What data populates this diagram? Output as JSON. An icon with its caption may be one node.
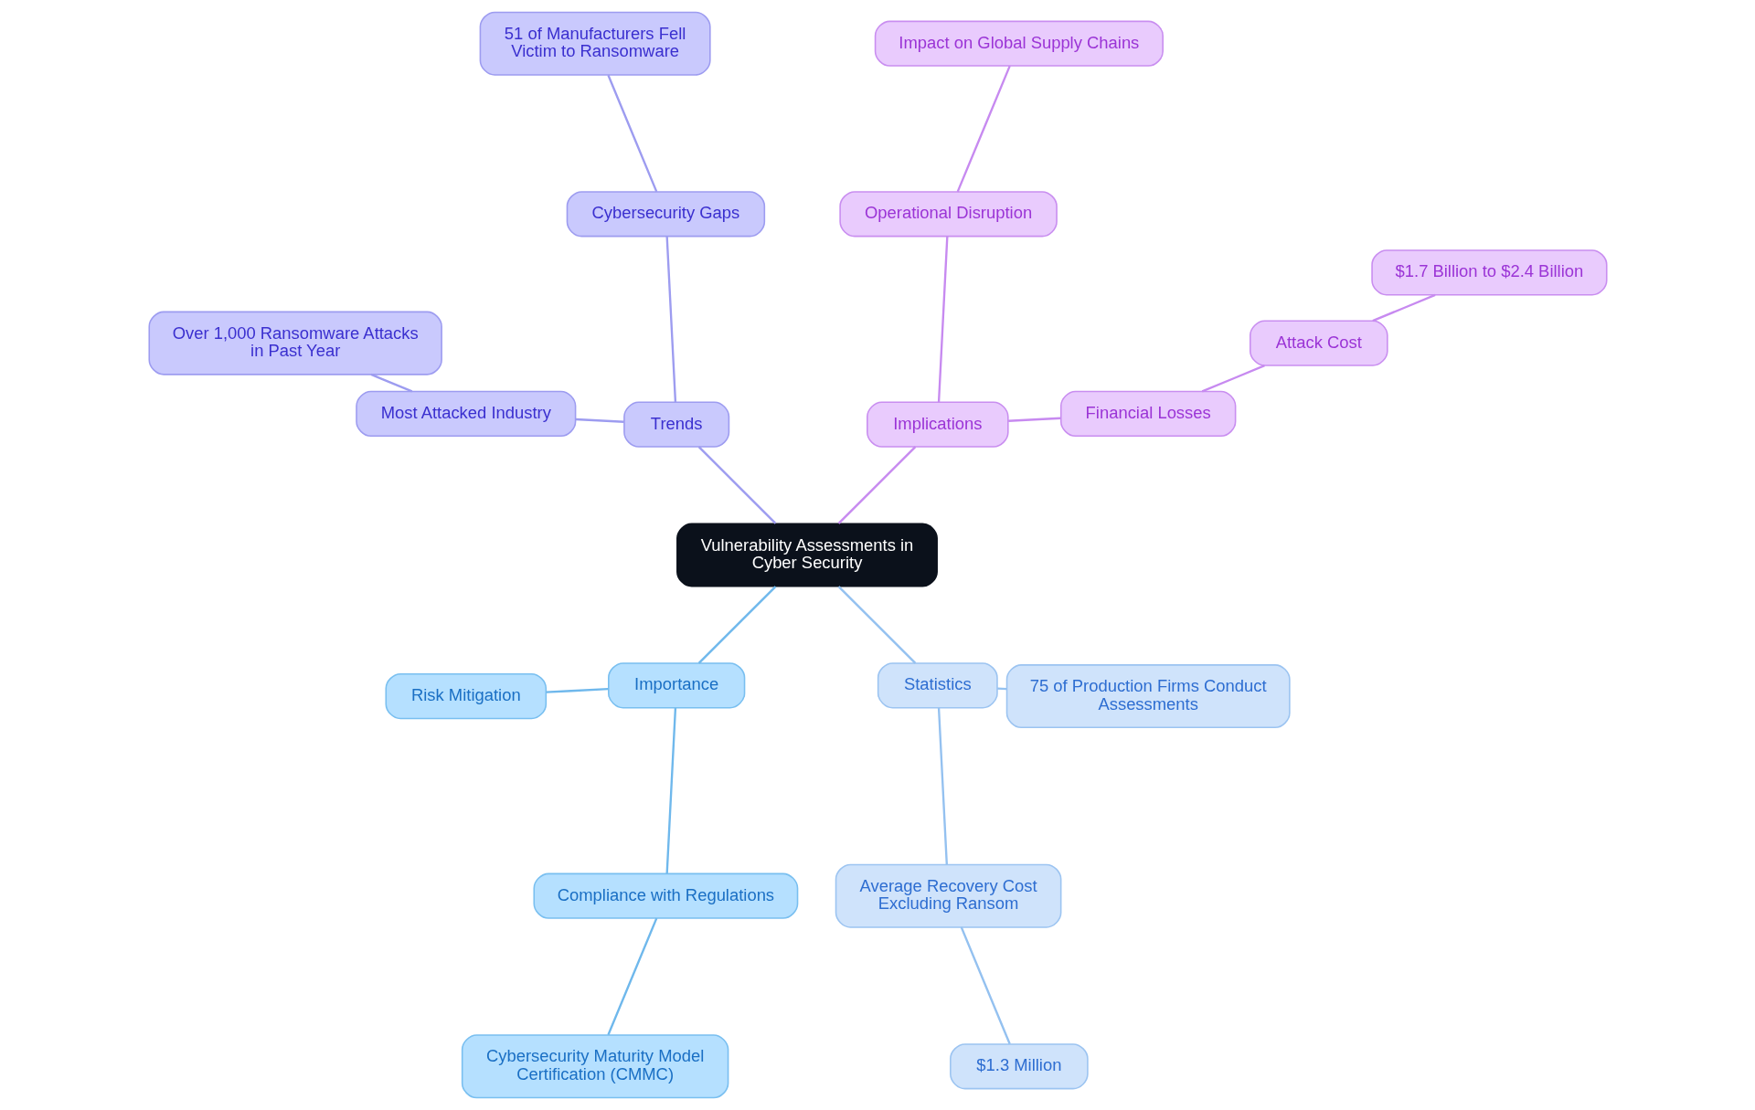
{
  "diagram": {
    "nodes": [
      {
        "text": [
          "Vulnerability Assessments in Cyber Security"
        ]
      },
      {
        "text": [
          "Implications"
        ]
      },
      {
        "text": [
          "Financial Losses"
        ]
      },
      {
        "text": [
          "Attack Cost"
        ]
      },
      {
        "text": [
          "$1.7 Billion to $2.4 Billion"
        ]
      },
      {
        "text": [
          "Operational Disruption"
        ]
      },
      {
        "text": [
          "Impact on Global Supply Chains"
        ]
      },
      {
        "text": [
          "Trends"
        ]
      },
      {
        "text": [
          "Cybersecurity Gaps"
        ]
      },
      {
        "text": [
          "51 of Manufacturers Fell Victim to Ransomware"
        ]
      },
      {
        "text": [
          "Most Attacked Industry"
        ]
      },
      {
        "text": [
          "Over 1,000 Ransomware Attacks in Past Year"
        ]
      },
      {
        "text": [
          "Importance"
        ]
      },
      {
        "text": [
          "Risk Mitigation"
        ]
      },
      {
        "text": [
          "Compliance with Regulations"
        ]
      },
      {
        "text": [
          "Cybersecurity Maturity Model Certification (CMMC)"
        ]
      },
      {
        "text": [
          "Statistics"
        ]
      },
      {
        "text": [
          "Average Recovery Cost Excluding Ransom"
        ]
      },
      {
        "text": [
          "$1.3 Million"
        ]
      },
      {
        "text": [
          "75 of Production Firms Conduct Assessments"
        ]
      }
    ],
    "edges": [
      {
        "from": 0,
        "to": 1,
        "arrow": "none"
      },
      {
        "from": 1,
        "to": 2,
        "arrow": "none"
      },
      {
        "from": 2,
        "to": 3,
        "arrow": "none"
      },
      {
        "from": 3,
        "to": 4,
        "arrow": "none"
      },
      {
        "from": 1,
        "to": 5,
        "arrow": "none"
      },
      {
        "from": 5,
        "to": 6,
        "arrow": "none"
      },
      {
        "from": 0,
        "to": 7,
        "arrow": "none",
        "color": "#9d9cf0"
      },
      {
        "from": 7,
        "to": 8,
        "arrow": "none",
        "color": "#9d9cf0"
      },
      {
        "from": 8,
        "to": 9,
        "arrow": "none",
        "color": "#9d9cf0"
      },
      {
        "from": 7,
        "to": 10,
        "arrow": "none",
        "color": "#9d9cf0"
      },
      {
        "from": 10,
        "to": 11,
        "arrow": "none",
        "color": "#9d9cf0"
      },
      {
        "from": 0,
        "to": 12,
        "arrow": "none",
        "color": "#6fb8ec"
      },
      {
        "from": 12,
        "to": 13,
        "arrow": "none",
        "color": "#6fb8ec"
      },
      {
        "from": 12,
        "to": 14,
        "arrow": "none",
        "color": "#6fb8ec"
      },
      {
        "from": 14,
        "to": 15,
        "arrow": "none",
        "color": "#6fb8ec"
      },
      {
        "from": 0,
        "to": 16,
        "arrow": "none",
        "color": "#94c1f0"
      },
      {
        "from": 16,
        "to": 17,
        "arrow": "none",
        "color": "#94c1f0"
      },
      {
        "from": 17,
        "to": 18,
        "arrow": "none",
        "color": "#94c1f0"
      },
      {
        "from": 16,
        "to": 19,
        "arrow": "none",
        "color": "#94c1f0"
      }
    ]
  }
}
